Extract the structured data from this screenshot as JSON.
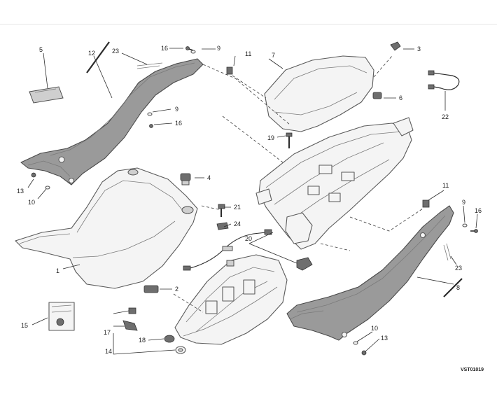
{
  "diagram": {
    "drawing_code": "VST01019",
    "callouts": {
      "c1": "1",
      "c2": "2",
      "c3": "3",
      "c4": "4",
      "c5": "5",
      "c6": "6",
      "c7": "7",
      "c8": "8",
      "c9a": "9",
      "c9b": "9",
      "c9c": "9",
      "c10a": "10",
      "c10b": "10",
      "c11a": "11",
      "c11b": "11",
      "c12": "12",
      "c13a": "13",
      "c13b": "13",
      "c14": "14",
      "c15": "15",
      "c16a": "16",
      "c16b": "16",
      "c16c": "16",
      "c17": "17",
      "c18": "18",
      "c19": "19",
      "c20": "20",
      "c21": "21",
      "c22": "22",
      "c23a": "23",
      "c23b": "23",
      "c24": "24"
    }
  }
}
